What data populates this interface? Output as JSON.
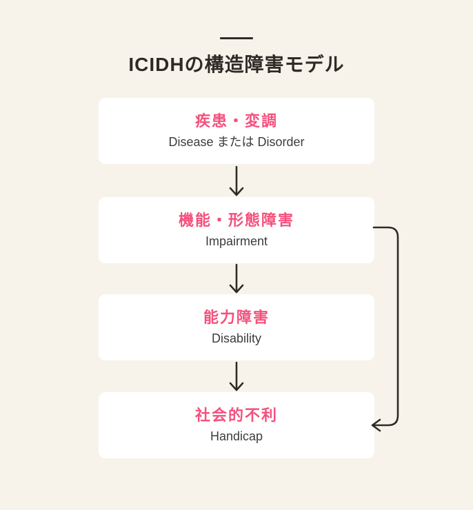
{
  "colors": {
    "bg": "#F8F3EA",
    "box": "#FFFFFF",
    "accent": "#F4507C",
    "ink": "#2E2B27",
    "sub": "#3C3C3C"
  },
  "header": {
    "title": "ICIDHの構造障害モデル"
  },
  "flowchart": {
    "boxes": [
      {
        "title": "疾患・変調",
        "subtitle": "Disease または Disorder"
      },
      {
        "title": "機能・形態障害",
        "subtitle": "Impairment"
      },
      {
        "title": "能力障害",
        "subtitle": "Disability"
      },
      {
        "title": "社会的不利",
        "subtitle": "Handicap"
      }
    ],
    "arrows": [
      {
        "name": "arrow-disease-to-impairment",
        "type": "down"
      },
      {
        "name": "arrow-impairment-to-disability",
        "type": "down"
      },
      {
        "name": "arrow-disability-to-handicap",
        "type": "down"
      },
      {
        "name": "arrow-impairment-to-handicap-bypass",
        "type": "bypass-right"
      }
    ]
  }
}
